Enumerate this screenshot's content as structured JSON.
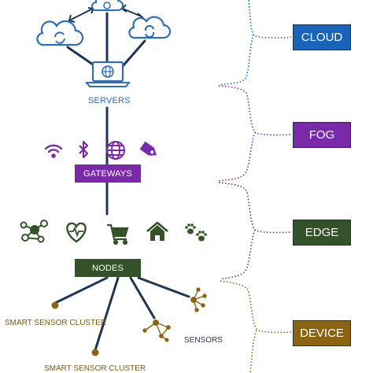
{
  "layers": {
    "cloud": "CLOUD",
    "fog": "FOG",
    "edge": "EDGE",
    "device": "DEVICE"
  },
  "labels": {
    "servers": "SERVERS",
    "gateways": "GATEWAYS",
    "nodes": "NODES",
    "sensors": "SENSORS",
    "smart_sensor_cluster_1": "SMART SENSOR CLUSTER",
    "smart_sensor_cluster_2": "SMART SENSOR CLUSTER"
  },
  "icons": {
    "cloud_tier": [
      "cloud-sync-icon",
      "cloud-sync-icon",
      "cloud-sync-icon",
      "laptop-globe-icon"
    ],
    "fog_tier": [
      "wifi-icon",
      "bluetooth-icon",
      "globe-icon",
      "tag-icon"
    ],
    "edge_tier": [
      "network-nodes-icon",
      "heart-pulse-icon",
      "shopping-cart-icon",
      "home-icon",
      "paw-icon"
    ]
  },
  "colors": {
    "cloud": "#1864b8",
    "fog": "#7a2aa8",
    "edge": "#33522a",
    "device": "#8a6410",
    "connector": "#1f3552"
  }
}
